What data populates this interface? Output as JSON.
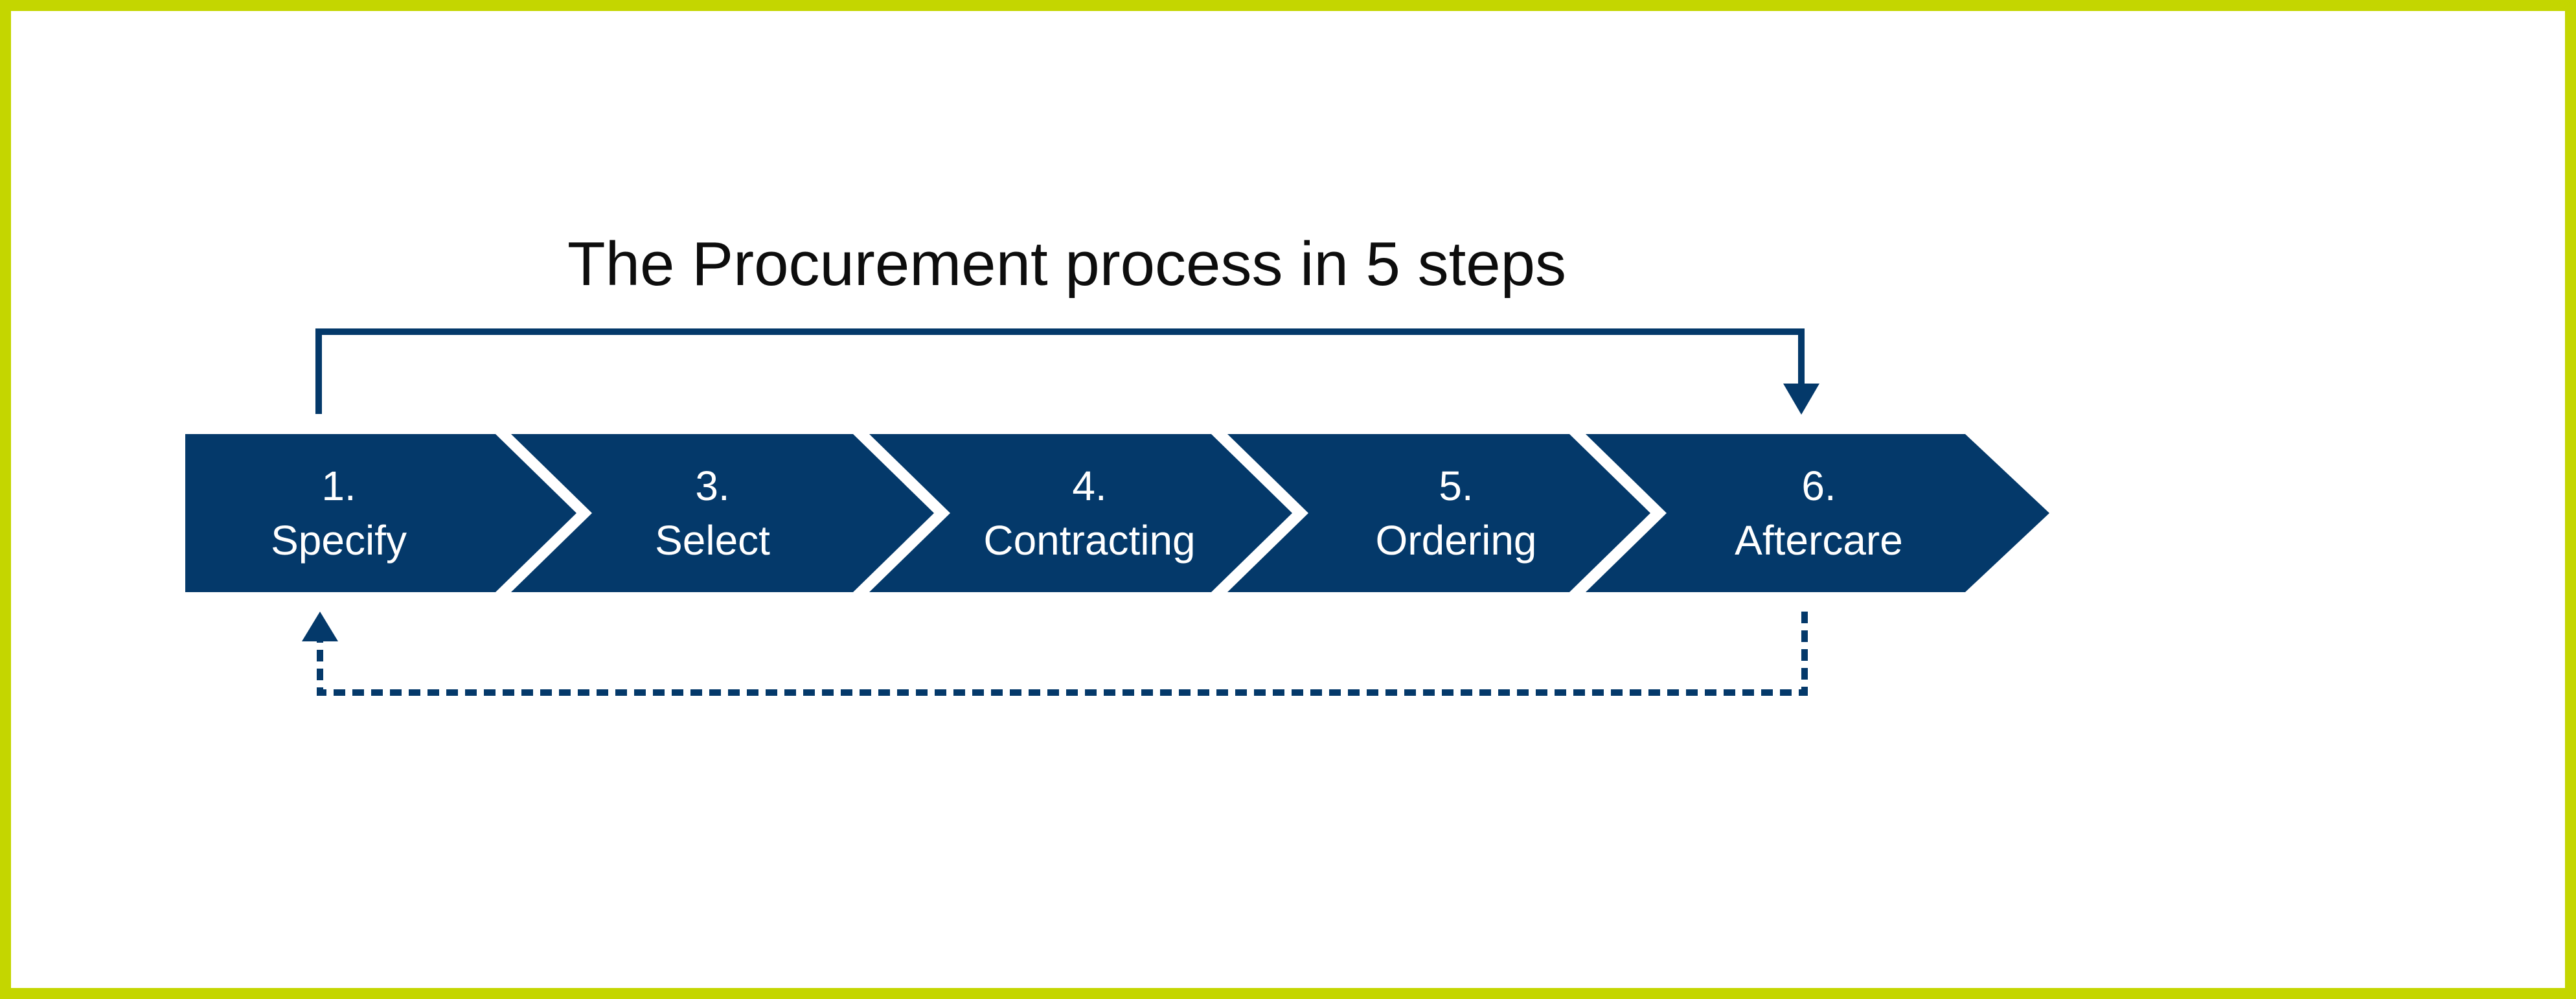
{
  "title": "The Procurement process in 5 steps",
  "steps": [
    {
      "number": "1.",
      "label": "Specify"
    },
    {
      "number": "3.",
      "label": "Select"
    },
    {
      "number": "4.",
      "label": "Contracting"
    },
    {
      "number": "5.",
      "label": "Ordering"
    },
    {
      "number": "6.",
      "label": "Aftercare"
    }
  ],
  "colors": {
    "chevron_fill": "#04396a",
    "step_text": "#ffffff",
    "title_text": "#0d0d0d",
    "arrow": "#04396a",
    "page_border": "#c4d600",
    "background": "#ffffff"
  }
}
